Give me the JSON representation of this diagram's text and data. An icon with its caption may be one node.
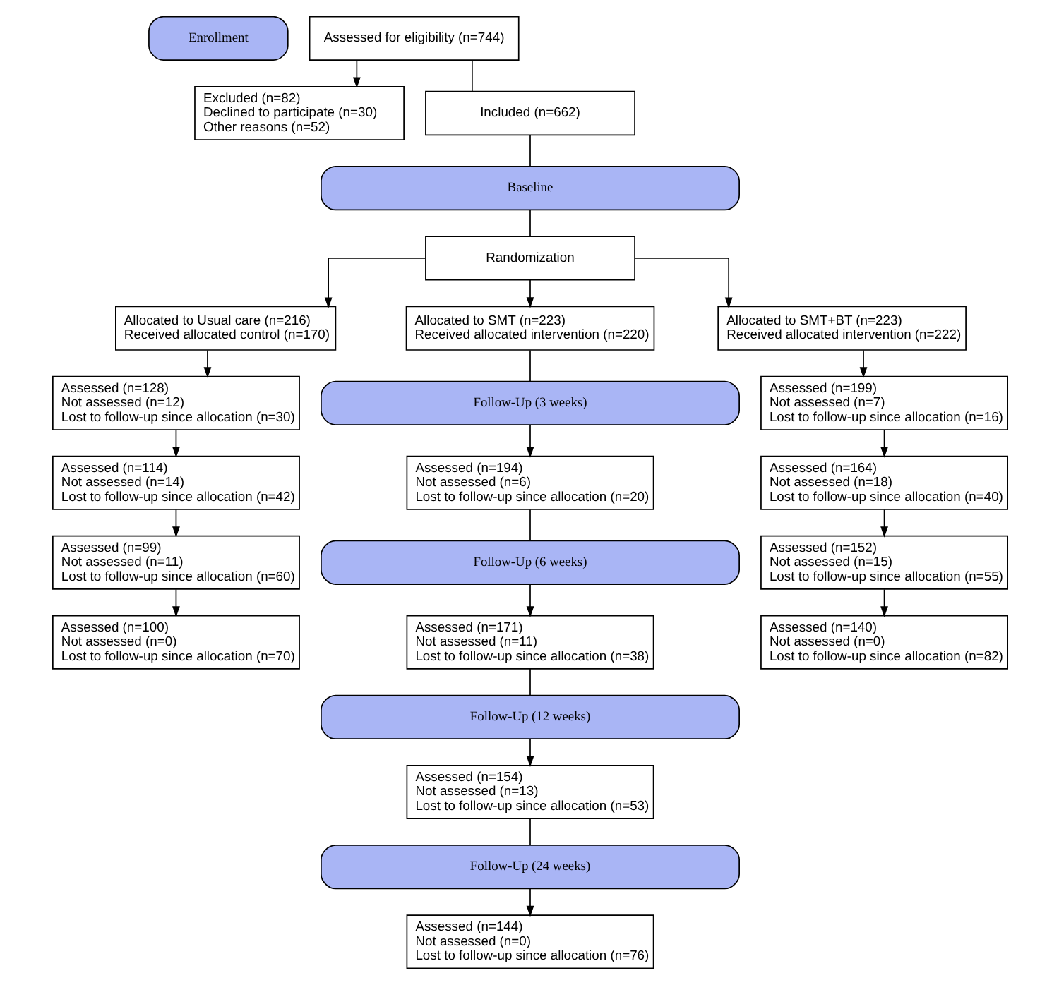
{
  "diagram": {
    "nodes": [
      {
        "text": [
          "Enrollment"
        ]
      },
      {
        "text": [
          "Assessed for eligibility (n=744)"
        ]
      },
      {
        "text": [
          "Excluded (n=82)",
          "Declined to participate (n=30)",
          "Other reasons (n=52)"
        ]
      },
      {
        "text": [
          "Included (n=662)"
        ]
      },
      {
        "text": [
          "Baseline"
        ]
      },
      {
        "text": [
          "Randomization"
        ]
      },
      {
        "text": [
          "Allocated to Usual care (n=216)",
          "Received allocated control (n=170)"
        ]
      },
      {
        "text": [
          "Allocated to SMT (n=223)",
          "Received allocated intervention (n=220)"
        ]
      },
      {
        "text": [
          "Allocated to SMT+BT (n=223)",
          "Received allocated intervention (n=222)"
        ]
      },
      {
        "text": [
          "Follow-Up (3 weeks)"
        ]
      },
      {
        "text": [
          "Assessed (n=128)",
          "Not assessed (n=12)",
          "Lost to follow-up since allocation (n=30)"
        ]
      },
      {
        "text": [
          "Assessed (n=194)",
          "Not assessed (n=6)",
          "Lost to follow-up since allocation (n=20)"
        ]
      },
      {
        "text": [
          "Assessed (n=199)",
          "Not assessed (n=7)",
          "Lost to follow-up since allocation (n=16)"
        ]
      },
      {
        "text": [
          "Follow-Up (6 weeks)"
        ]
      },
      {
        "text": [
          "Assessed (n=114)",
          "Not assessed (n=14)",
          "Lost to follow-up since allocation (n=42)"
        ]
      },
      {
        "text": [
          "Assessed (n=171)",
          "Not assessed (n=11)",
          "Lost to follow-up since allocation (n=38)"
        ]
      },
      {
        "text": [
          "Assessed (n=164)",
          "Not assessed (n=18)",
          "Lost to follow-up since allocation (n=40)"
        ]
      },
      {
        "text": [
          "Follow-Up (12 weeks)"
        ]
      },
      {
        "text": [
          "Assessed (n=99)",
          "Not assessed (n=11)",
          "Lost to follow-up since allocation (n=60)"
        ]
      },
      {
        "text": [
          "Assessed (n=154)",
          "Not assessed (n=13)",
          "Lost to follow-up since allocation (n=53)"
        ]
      },
      {
        "text": [
          "Assessed (n=152)",
          "Not assessed (n=15)",
          "Lost to follow-up since allocation (n=55)"
        ]
      },
      {
        "text": [
          "Follow-Up (24 weeks)"
        ]
      },
      {
        "text": [
          "Assessed (n=100)",
          "Not assessed (n=0)",
          "Lost to follow-up since allocation (n=70)"
        ]
      },
      {
        "text": [
          "Assessed (n=144)",
          "Not assessed (n=0)",
          "Lost to follow-up since allocation (n=76)"
        ]
      },
      {
        "text": [
          "Assessed (n=140)",
          "Not assessed (n=0)",
          "Lost to follow-up since allocation (n=82)"
        ]
      }
    ],
    "edges": [
      {
        "from": 1,
        "to": 3,
        "arrow": "none"
      },
      {
        "from": 1,
        "to": 2,
        "arrow": "to"
      },
      {
        "from": 3,
        "to": 4,
        "arrow": "none"
      },
      {
        "from": 4,
        "to": 5,
        "arrow": "none"
      },
      {
        "from": 5,
        "to": 6,
        "arrow": "to"
      },
      {
        "from": 5,
        "to": 7,
        "arrow": "to"
      },
      {
        "from": 5,
        "to": 8,
        "arrow": "to"
      },
      {
        "from": 6,
        "to": 10,
        "arrow": "to"
      },
      {
        "from": 7,
        "to": 9,
        "arrow": "none"
      },
      {
        "from": 9,
        "to": 11,
        "arrow": "to"
      },
      {
        "from": 8,
        "to": 12,
        "arrow": "to"
      },
      {
        "from": 10,
        "to": 14,
        "arrow": "to"
      },
      {
        "from": 11,
        "to": 13,
        "arrow": "none"
      },
      {
        "from": 13,
        "to": 15,
        "arrow": "to"
      },
      {
        "from": 12,
        "to": 16,
        "arrow": "to"
      },
      {
        "from": 14,
        "to": 18,
        "arrow": "to"
      },
      {
        "from": 15,
        "to": 17,
        "arrow": "none"
      },
      {
        "from": 17,
        "to": 19,
        "arrow": "to"
      },
      {
        "from": 16,
        "to": 20,
        "arrow": "to"
      },
      {
        "from": 18,
        "to": 22,
        "arrow": "to"
      },
      {
        "from": 19,
        "to": 21,
        "arrow": "none"
      },
      {
        "from": 21,
        "to": 23,
        "arrow": "to"
      },
      {
        "from": 20,
        "to": 24,
        "arrow": "to"
      }
    ]
  }
}
